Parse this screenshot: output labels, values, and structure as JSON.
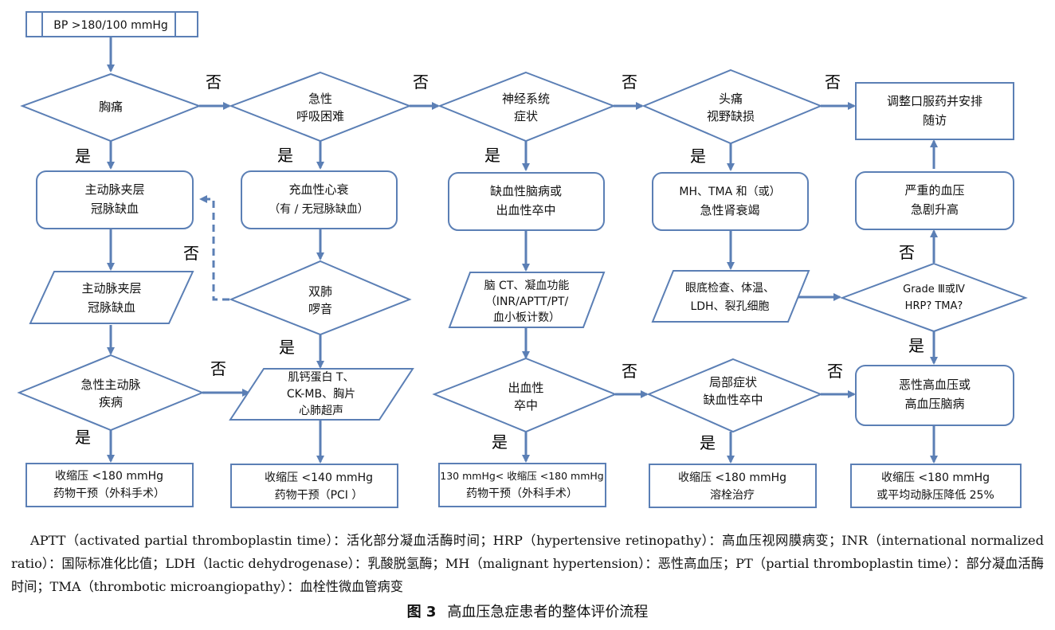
{
  "colors": {
    "stroke": "#5b7fb5",
    "text": "#111111"
  },
  "nodes": {
    "start": [
      "BP >180/100 mmHg"
    ],
    "chest_pain": [
      "胸痛"
    ],
    "acute_dyspnea": [
      "急性",
      "呼吸困难"
    ],
    "neuro_symptoms": [
      "神经系统",
      "症状"
    ],
    "headache_vision": [
      "头痛",
      "视野缺损"
    ],
    "adjust_oral": [
      "调整口服药并安排",
      "随访"
    ],
    "aortic_dissection_box": [
      "主动脉夹层",
      "冠脉缺血"
    ],
    "heart_failure": [
      "充血性心衰",
      "（有 / 无冠脉缺血）"
    ],
    "ischemic_stroke": [
      "缺血性脑病或",
      "出血性卒中"
    ],
    "mh_tma_box": [
      "MH、TMA 和（或）",
      "急性肾衰竭"
    ],
    "severe_bp_rise": [
      "严重的血压",
      "急剧升高"
    ],
    "aortic_dissection_para": [
      "主动脉夹层",
      "冠脉缺血"
    ],
    "bilateral_rales": [
      "双肺",
      "啰音"
    ],
    "brain_ct": [
      "脑 CT、凝血功能",
      "（INR/APTT/PT/",
      "血小板计数）"
    ],
    "fundus_exam": [
      "眼底检查、体温、",
      "LDH、裂孔细胞"
    ],
    "grade_hrp_tma": [
      "Grade Ⅲ或Ⅳ",
      "HRP? TMA?"
    ],
    "acute_aortic": [
      "急性主动脉",
      "疾病"
    ],
    "troponin_tests": [
      "肌钙蛋白 T、",
      "CK-MB、胸片",
      "心肺超声"
    ],
    "hemorrhagic_stroke": [
      "出血性",
      "卒中"
    ],
    "focal_symptoms": [
      "局部症状",
      "缺血性卒中"
    ],
    "malignant_htn": [
      "恶性高血压或",
      "高血压脑病"
    ],
    "result_1": [
      "收缩压 <180 mmHg",
      "药物干预（外科手术）"
    ],
    "result_2": [
      "收缩压 <140 mmHg",
      "药物干预（PCI ）"
    ],
    "result_3": [
      "130 mmHg< 收缩压 <180 mmHg",
      "药物干预（外科手术）"
    ],
    "result_4": [
      "收缩压 <180 mmHg",
      "溶栓治疗"
    ],
    "result_5": [
      "收缩压 <180 mmHg",
      "或平均动脉压降低 25%"
    ]
  },
  "labels": {
    "no": "否",
    "yes": "是"
  },
  "caption": "APTT（activated partial thromboplastin time）：活化部分凝血活酶时间；HRP（hypertensive retinopathy）：高血压视网膜病变；INR（international normalized ratio）：国际标准化比值；LDH（lactic dehydrogenase）：乳酸脱氢酶；MH（malignant hypertension）：恶性高血压；PT（partial thromboplastin time）：部分凝血活酶时间；TMA（thrombotic microangiopathy）：血栓性微血管病变",
  "figure": {
    "number": "图 3",
    "title": "高血压急症患者的整体评价流程"
  }
}
